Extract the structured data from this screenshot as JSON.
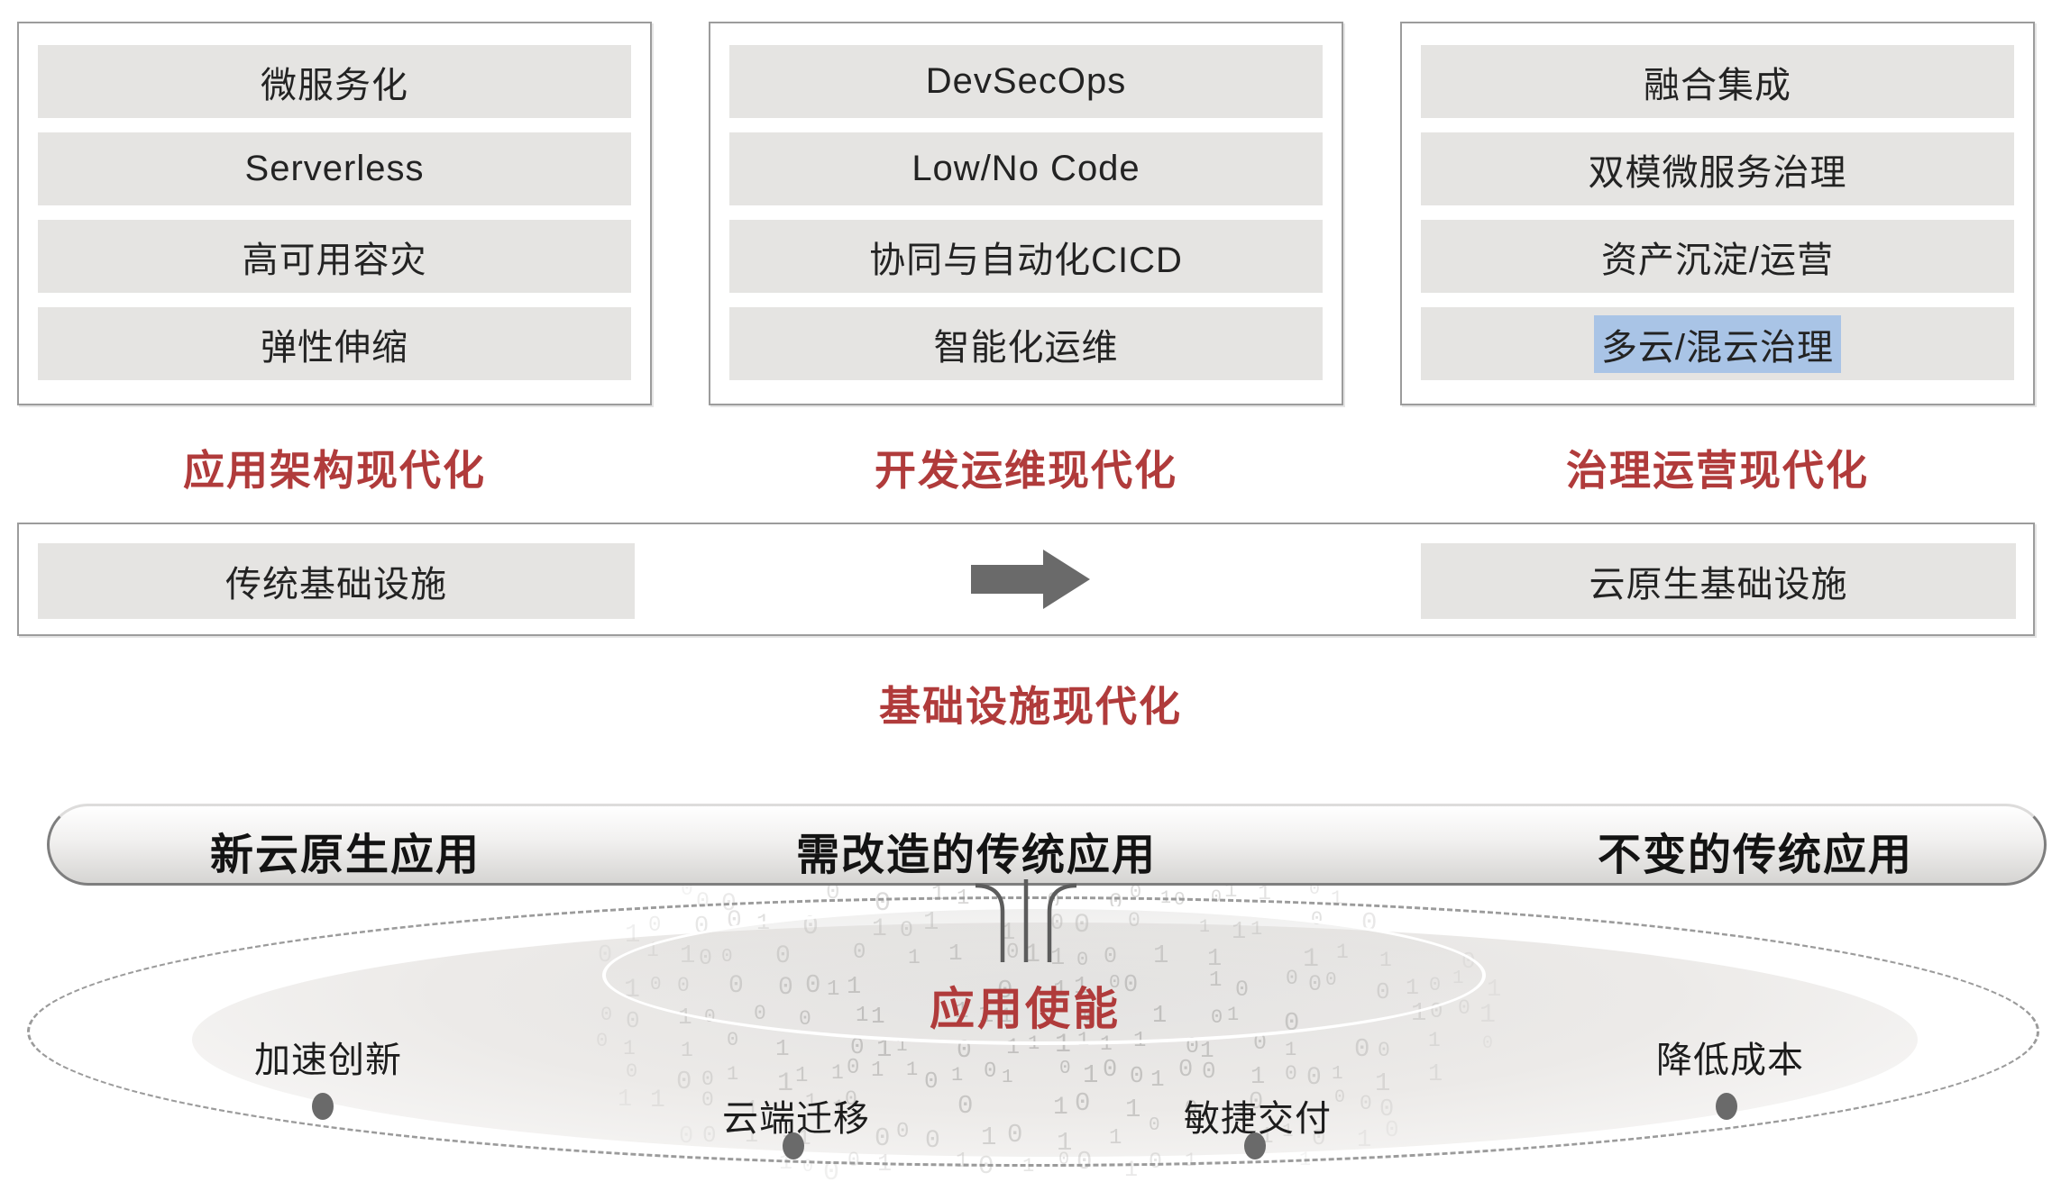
{
  "palette": {
    "accent_red": "#b03b3b",
    "bar_gray": "#e5e4e2",
    "border_gray": "#9c9c9c",
    "arrow_gray": "#6a6a6a",
    "highlight_blue": "#a9c4e6",
    "dot_gray": "#6a6a6a",
    "text_dark": "#232323"
  },
  "columns": [
    {
      "items": [
        "微服务化",
        "Serverless",
        "高可用容灾",
        "弹性伸缩"
      ],
      "label": "应用架构现代化"
    },
    {
      "items": [
        "DevSecOps",
        "Low/No Code",
        "协同与自动化CICD",
        "智能化运维"
      ],
      "label": "开发运维现代化"
    },
    {
      "items": [
        "融合集成",
        "双模微服务治理",
        "资产沉淀/运营",
        "多云/混云治理"
      ],
      "label": "治理运营现代化",
      "highlighted_item_index": 3
    }
  ],
  "infrastructure": {
    "from": "传统基础设施",
    "to": "云原生基础设施",
    "label": "基础设施现代化",
    "arrow": "right-block-arrow"
  },
  "app_bar": {
    "segments": [
      "新云原生应用",
      "需改造的传统应用",
      "不变的传统应用"
    ]
  },
  "enablement": {
    "title": "应用使能",
    "benefits": [
      {
        "label": "加速创新"
      },
      {
        "label": "云端迁移"
      },
      {
        "label": "敏捷交付"
      },
      {
        "label": "降低成本"
      }
    ]
  },
  "decor": {
    "binary_digits": "01"
  }
}
